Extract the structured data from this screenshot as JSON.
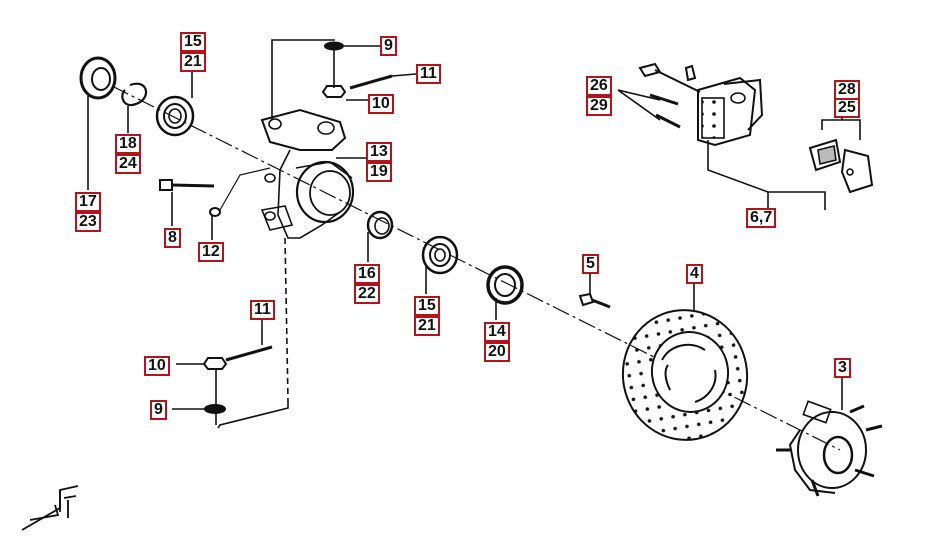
{
  "callouts": [
    {
      "id": "c15a",
      "text": "15"
    },
    {
      "id": "c21a",
      "text": "21"
    },
    {
      "id": "c18",
      "text": "18"
    },
    {
      "id": "c24",
      "text": "24"
    },
    {
      "id": "c17",
      "text": "17"
    },
    {
      "id": "c23",
      "text": "23"
    },
    {
      "id": "c9a",
      "text": "9"
    },
    {
      "id": "c11a",
      "text": "11"
    },
    {
      "id": "c10a",
      "text": "10"
    },
    {
      "id": "c13",
      "text": "13"
    },
    {
      "id": "c19",
      "text": "19"
    },
    {
      "id": "c8",
      "text": "8"
    },
    {
      "id": "c12",
      "text": "12"
    },
    {
      "id": "c16",
      "text": "16"
    },
    {
      "id": "c22",
      "text": "22"
    },
    {
      "id": "c15b",
      "text": "15"
    },
    {
      "id": "c21b",
      "text": "21"
    },
    {
      "id": "c14",
      "text": "14"
    },
    {
      "id": "c20",
      "text": "20"
    },
    {
      "id": "c11b",
      "text": "11"
    },
    {
      "id": "c10b",
      "text": "10"
    },
    {
      "id": "c9b",
      "text": "9"
    },
    {
      "id": "c5",
      "text": "5"
    },
    {
      "id": "c4",
      "text": "4"
    },
    {
      "id": "c3",
      "text": "3"
    },
    {
      "id": "c26",
      "text": "26"
    },
    {
      "id": "c29",
      "text": "29"
    },
    {
      "id": "c28",
      "text": "28"
    },
    {
      "id": "c25",
      "text": "25"
    },
    {
      "id": "c67",
      "text": "6,7"
    }
  ],
  "colors": {
    "label_border": "#b3141b",
    "line": "#111111"
  },
  "icons": {
    "front_arrow": "front-direction-arrow-icon"
  }
}
